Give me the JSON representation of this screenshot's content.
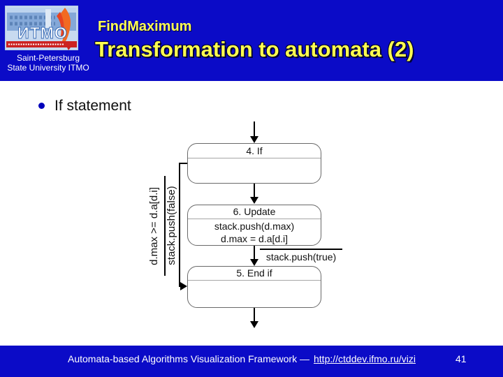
{
  "header": {
    "project": "FindMaximum",
    "title": "Transformation to automata (2)",
    "logo": {
      "acronym": "ИТМО",
      "caption": [
        "Saint-Petersburg",
        "State University ITMO"
      ]
    }
  },
  "slide": {
    "bullet": "If statement"
  },
  "diagram": {
    "nodes": {
      "if": {
        "title": "4. If"
      },
      "update": {
        "title": "6. Update",
        "lines": [
          "stack.push(d.max)",
          "d.max = d.a[d.i]"
        ]
      },
      "endif": {
        "title": "5. End if"
      }
    },
    "edges": {
      "false_branch": {
        "condition": "d.max >= d.a[d.i]",
        "action": "stack.push(false)"
      },
      "true_branch": {
        "action": "stack.push(true)"
      }
    }
  },
  "footer": {
    "text": "Automata-based Algorithms Visualization Framework —",
    "link": "http://ctddev.ifmo.ru/vizi",
    "page": "41"
  },
  "colors": {
    "band_blue": "#0b0bc7",
    "accent_yellow": "#ffff4f",
    "bullet_blue": "#0000bb",
    "node_border_gray": "#696969",
    "divider_gray": "#a6a6a6",
    "logo_red": "#cc2222",
    "logo_flame_orange": "#f26a21"
  }
}
